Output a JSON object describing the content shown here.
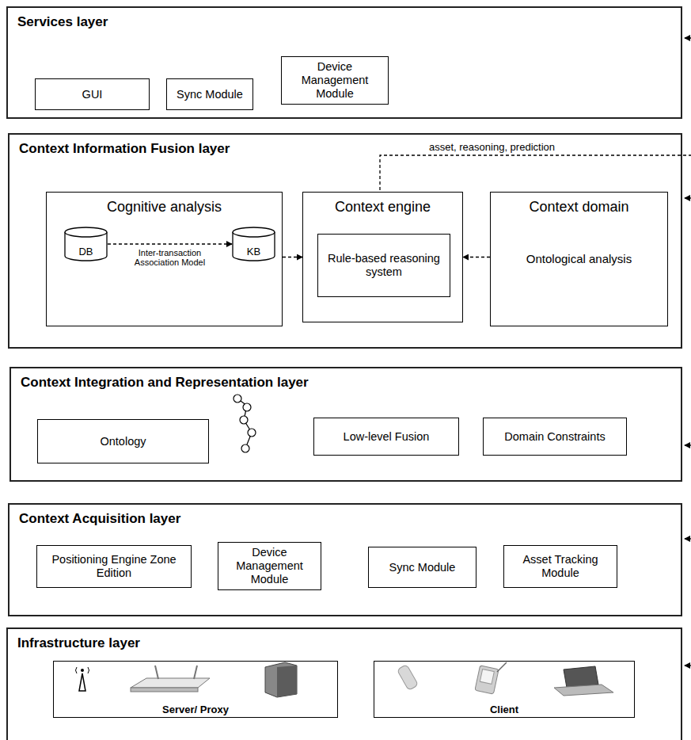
{
  "diagram": {
    "nodes": [
      {
        "text": [
          "Services layer"
        ]
      },
      {
        "text": [
          "GUI"
        ],
        "in": 0
      },
      {
        "text": [
          "Sync Module"
        ],
        "in": 0
      },
      {
        "text": [
          "Device Management Module"
        ],
        "in": 0
      },
      {
        "text": [
          "Context Information Fusion layer"
        ]
      },
      {
        "text": [
          "Cognitive analysis"
        ],
        "in": 4
      },
      {
        "text": [
          "DB"
        ],
        "in": 5
      },
      {
        "text": [
          "KB"
        ],
        "in": 5
      },
      {
        "text": [
          "Context engine"
        ],
        "in": 4
      },
      {
        "text": [
          "Rule-based reasoning system"
        ],
        "in": 8
      },
      {
        "text": [
          "Context domain",
          "Ontological analysis"
        ],
        "in": 4
      },
      {
        "text": [
          "Context Integration and Representation layer"
        ]
      },
      {
        "text": [
          "Ontology"
        ],
        "in": 11
      },
      {
        "text": [
          "Low-level Fusion"
        ],
        "in": 11
      },
      {
        "text": [
          "Domain Constraints"
        ],
        "in": 11
      },
      {
        "text": [
          "Context Acquisition layer"
        ]
      },
      {
        "text": [
          "Positioning Engine Zone Edition"
        ],
        "in": 15
      },
      {
        "text": [
          "Device Management Module"
        ],
        "in": 15
      },
      {
        "text": [
          "Sync Module"
        ],
        "in": 15
      },
      {
        "text": [
          "Asset Tracking Module"
        ],
        "in": 15
      },
      {
        "text": [
          "Infrastructure layer"
        ]
      },
      {
        "text": [
          "Server/ Proxy"
        ],
        "in": 20
      },
      {
        "text": [
          "Client"
        ],
        "in": 20
      }
    ],
    "edges": [
      {
        "from": 6,
        "to": 7,
        "label": "Inter-transaction Association Model",
        "arrow": "to"
      },
      {
        "from": 5,
        "to": 8,
        "arrow": "to"
      },
      {
        "from": 10,
        "to": 8,
        "arrow": "to"
      }
    ],
    "labels": [
      "asset, reasoning, prediction"
    ]
  }
}
